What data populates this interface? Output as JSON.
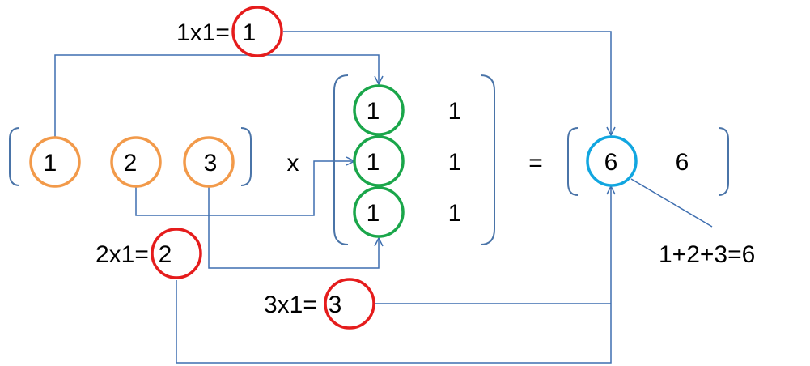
{
  "row_vector": [
    "1",
    "2",
    "3"
  ],
  "times_sign": "x",
  "matrix": [
    [
      "1",
      "1"
    ],
    [
      "1",
      "1"
    ],
    [
      "1",
      "1"
    ]
  ],
  "equals_sign": "=",
  "result": [
    "6",
    "6"
  ],
  "products": [
    {
      "label": "1x1=",
      "value": "1"
    },
    {
      "label": "2x1=",
      "value": "2"
    },
    {
      "label": "3x1=",
      "value": "3"
    }
  ],
  "sum_note": "1+2+3=6",
  "colors": {
    "row_vector_ring": "#f29a4a",
    "matrix_ring": "#1aa64a",
    "result_ring": "#11a6e0",
    "product_ring": "#e51c1c",
    "connector": "#3f6fb0"
  }
}
